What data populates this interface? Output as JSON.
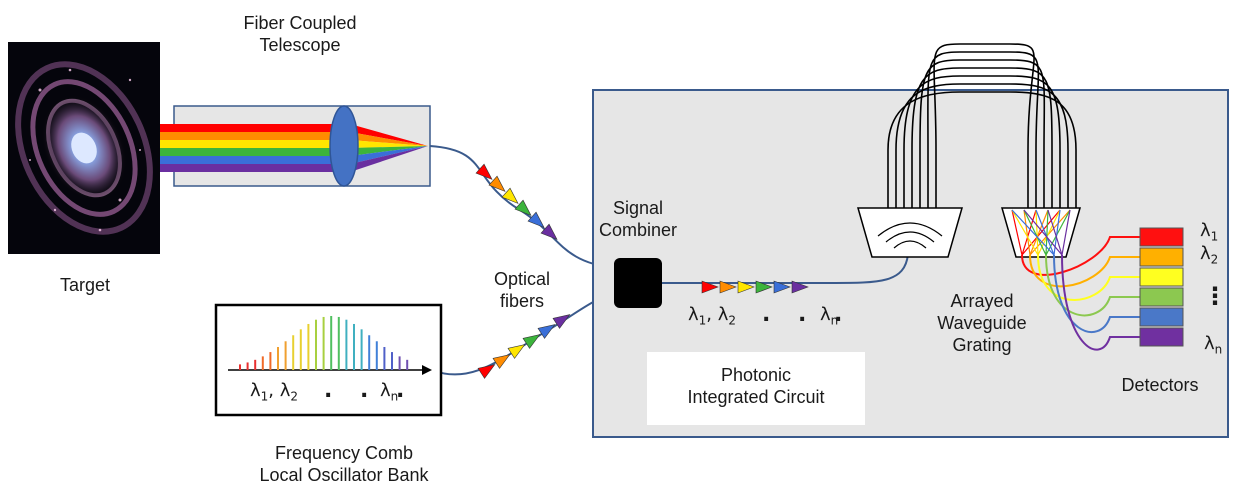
{
  "labels": {
    "telescope_line1": "Fiber Coupled",
    "telescope_line2": "Telescope",
    "target": "Target",
    "signal_combiner_line1": "Signal",
    "signal_combiner_line2": "Combiner",
    "optical_fibers_line1": "Optical",
    "optical_fibers_line2": "fibers",
    "freq_comb_line1": "Frequency Comb",
    "freq_comb_line2": "Local Oscillator Bank",
    "awg_line1": "Arrayed",
    "awg_line2": "Waveguide",
    "awg_line3": "Grating",
    "pic_line1": "Photonic",
    "pic_line2": "Integrated Circuit",
    "detectors": "Detectors"
  },
  "symbols": {
    "lambda": "λ",
    "sub_1": "1",
    "sub_2": "2",
    "sub_n": "n",
    "comma": ",",
    "ellipsis": ". . .",
    "vdots": "⋮"
  },
  "colors": {
    "spectrum": [
      "#ff0000",
      "#ff8c00",
      "#ffe600",
      "#3cb43c",
      "#3a6fd8",
      "#6a2fa0"
    ],
    "detectors": [
      "#ff1010",
      "#ffb000",
      "#ffff20",
      "#8cc850",
      "#4a78c8",
      "#7030a0"
    ],
    "fiber": "#3a5a8c",
    "pic_fill": "#e6e6e6",
    "pic_border": "#3a5a8c"
  }
}
